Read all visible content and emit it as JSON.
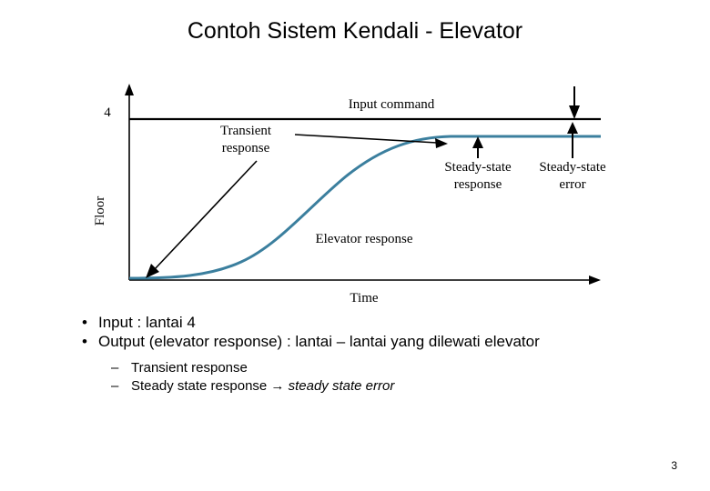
{
  "slide": {
    "title": "Contoh Sistem Kendali - Elevator",
    "page_number": "3"
  },
  "figure": {
    "y_axis_label": "Floor",
    "x_axis_label": "Time",
    "y_tick_label": "4",
    "labels": {
      "input_command": "Input command",
      "transient_line1": "Transient",
      "transient_line2": "response",
      "steady_state_response_line1": "Steady-state",
      "steady_state_response_line2": "response",
      "steady_state_error_line1": "Steady-state",
      "steady_state_error_line2": "error",
      "elevator_response": "Elevator response"
    },
    "curve_color": "#3b7f9e",
    "axis_color": "#000000"
  },
  "bullets": [
    {
      "marker": "•",
      "text": "Input : lantai 4"
    },
    {
      "marker": "•",
      "text": "Output (elevator response) : lantai – lantai yang dilewati elevator"
    }
  ],
  "sub_bullets": [
    {
      "marker": "–",
      "text_plain": "Transient response",
      "text_italic": ""
    },
    {
      "marker": "–",
      "text_plain": "Steady state response → ",
      "text_italic": "steady state error"
    }
  ]
}
